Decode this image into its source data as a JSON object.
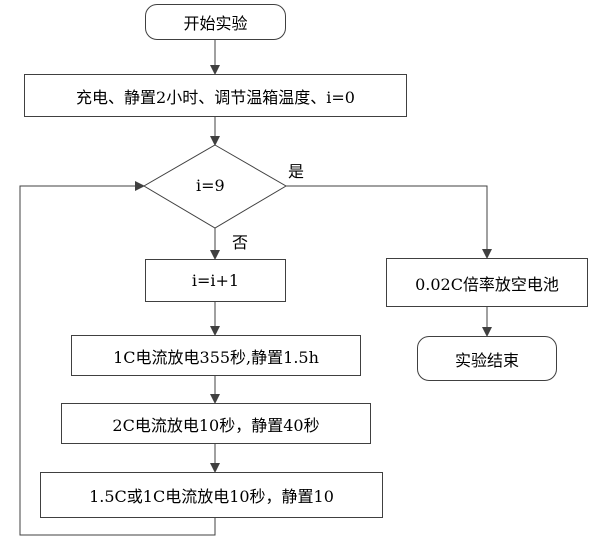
{
  "flowchart": {
    "start": "开始实验",
    "init": "充电、静置2小时、调节温箱温度、i=0",
    "decision": "i=9",
    "yes_label": "是",
    "no_label": "否",
    "increment": "i=i+1",
    "step1": "1C电流放电355秒,静置1.5h",
    "step2": "2C电流放电10秒，静置40秒",
    "step3": "1.5C或1C电流放电10秒，静置10",
    "discharge": "0.02C倍率放空电池",
    "end": "实验结束"
  },
  "colors": {
    "line": "#404040",
    "text": "#000000",
    "background": "#ffffff"
  }
}
